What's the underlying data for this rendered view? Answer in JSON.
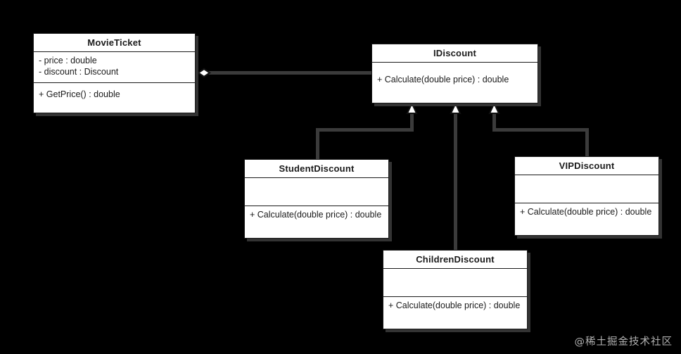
{
  "diagram": {
    "type": "uml-class-diagram",
    "background_color": "#000000",
    "box_fill": "#ffffff",
    "line_color": "#3b3b3b",
    "text_color": "#1a1a1a",
    "classes": [
      {
        "id": "movieticket",
        "name": "MovieTicket",
        "attributes": [
          "- price : double",
          "- discount : Discount"
        ],
        "methods": [
          "+ GetPrice() : double"
        ]
      },
      {
        "id": "idiscount",
        "name": "IDiscount",
        "attributes": [],
        "methods": [
          "+ Calculate(double price) : double"
        ]
      },
      {
        "id": "studentdiscount",
        "name": "StudentDiscount",
        "attributes": [],
        "methods": [
          "+ Calculate(double price) : double"
        ]
      },
      {
        "id": "childrendiscount",
        "name": "ChildrenDiscount",
        "attributes": [],
        "methods": [
          "+ Calculate(double price) : double"
        ]
      },
      {
        "id": "vipdiscount",
        "name": "VIPDiscount",
        "attributes": [],
        "methods": [
          "+ Calculate(double price) : double"
        ]
      }
    ],
    "relationships": [
      {
        "id": "rel-aggregation",
        "kind": "aggregation",
        "from": "MovieTicket",
        "to": "IDiscount",
        "marker": "hollow-diamond"
      },
      {
        "id": "rel-student",
        "kind": "generalization",
        "from": "StudentDiscount",
        "to": "IDiscount",
        "marker": "hollow-triangle"
      },
      {
        "id": "rel-children",
        "kind": "generalization",
        "from": "ChildrenDiscount",
        "to": "IDiscount",
        "marker": "hollow-triangle"
      },
      {
        "id": "rel-vip",
        "kind": "generalization",
        "from": "VIPDiscount",
        "to": "IDiscount",
        "marker": "hollow-triangle"
      }
    ]
  },
  "watermark": {
    "text": "@稀土掘金技术社区"
  }
}
